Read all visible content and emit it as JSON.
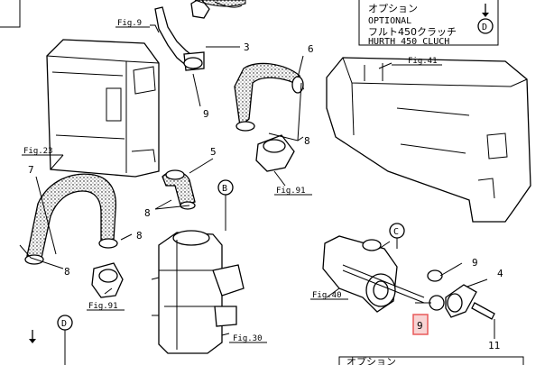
{
  "figure_refs": {
    "fig9": "Fig.9",
    "fig41": "Fig.41",
    "fig23": "Fig.23",
    "fig91_top": "Fig.91",
    "fig91_bottom": "Fig.91",
    "fig40": "Fig.40",
    "fig30": "Fig.30"
  },
  "option_box": {
    "line1": "オプション",
    "line2": "OPTIONAL",
    "line3": "フルト450クラッチ",
    "line4": "HURTH 450 CLUCH",
    "bottom_cut": "オプション"
  },
  "circle_labels": {
    "b": "B",
    "c": "C",
    "d_top": "D",
    "d_bottom": "D"
  },
  "part_numbers": {
    "p3": "3",
    "p6": "6",
    "p9_top": "9",
    "p8_upper": "8",
    "p5": "5",
    "p8_mid": "8",
    "p7": "7",
    "p8_right": "8",
    "p8_left": "8",
    "p9_right": "9",
    "p4": "4",
    "p9_highlight": "9",
    "p11": "11"
  },
  "highlight_color": "#e85a5a"
}
